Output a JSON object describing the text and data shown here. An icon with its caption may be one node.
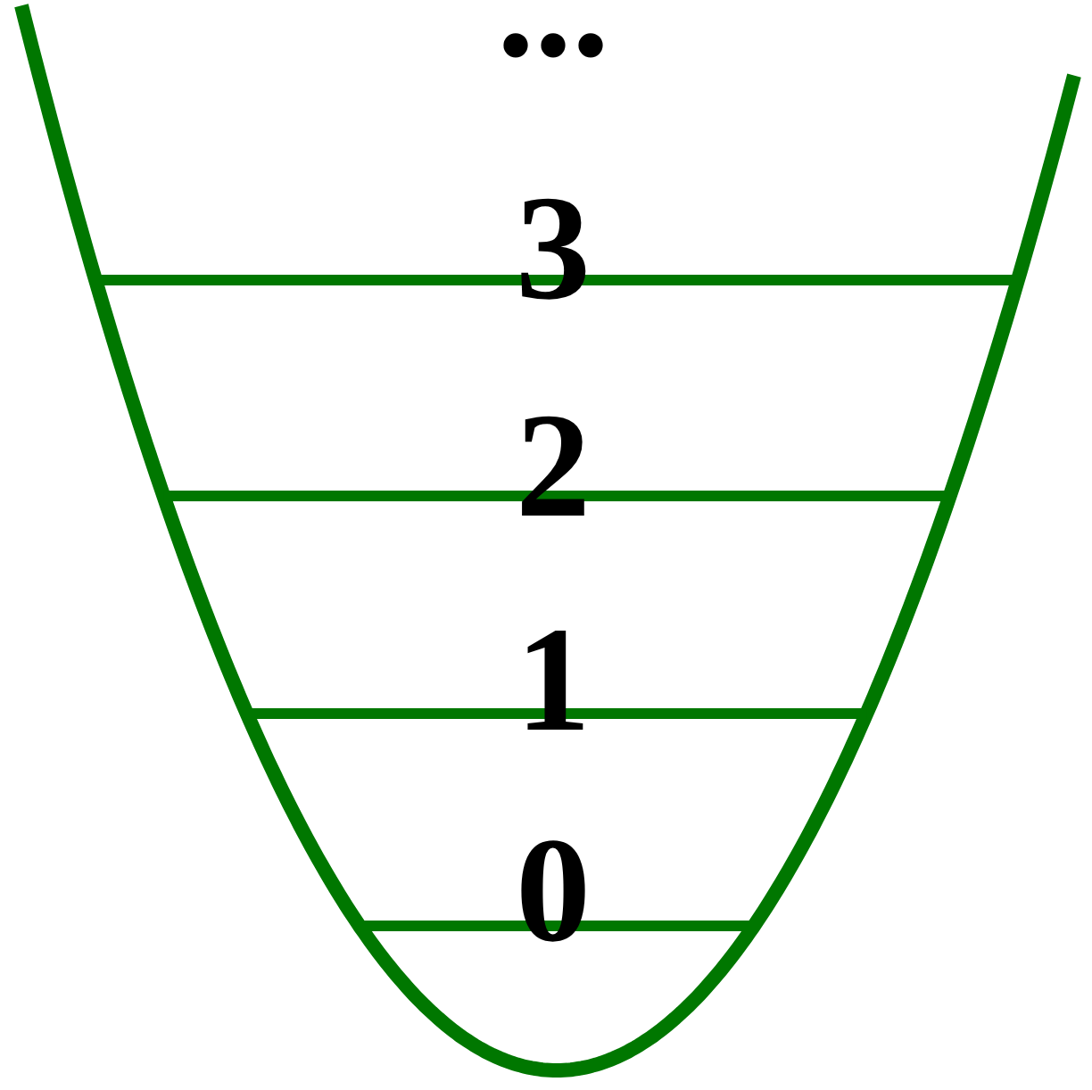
{
  "diagram": {
    "labels": [
      "...",
      "3",
      "2",
      "1",
      "0"
    ]
  }
}
